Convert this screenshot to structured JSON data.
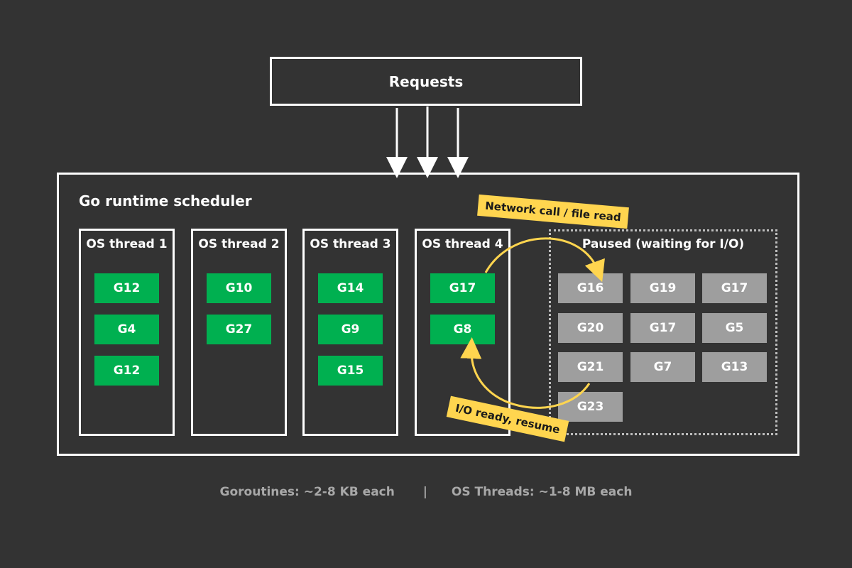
{
  "requests": {
    "label": "Requests"
  },
  "scheduler": {
    "title": "Go runtime scheduler"
  },
  "threads": [
    {
      "label": "OS thread 1",
      "goroutines": [
        "G12",
        "G4",
        "G12"
      ]
    },
    {
      "label": "OS thread 2",
      "goroutines": [
        "G10",
        "G27"
      ]
    },
    {
      "label": "OS thread 3",
      "goroutines": [
        "G14",
        "G9",
        "G15"
      ]
    },
    {
      "label": "OS thread 4",
      "goroutines": [
        "G17",
        "G8"
      ]
    }
  ],
  "paused": {
    "label": "Paused (waiting for I/O)",
    "goroutines": [
      "G16",
      "G19",
      "G17",
      "G20",
      "G17",
      "G5",
      "G21",
      "G7",
      "G13",
      "G23"
    ]
  },
  "annotations": {
    "network": "Network call / file read",
    "resume": "I/O ready, resume"
  },
  "footer": {
    "goroutines": "Goroutines: ~2-8 KB each",
    "separator": "|",
    "threads": "OS Threads: ~1-8 MB each"
  },
  "colors": {
    "background": "#333333",
    "active": "#00b050",
    "paused": "#9e9e9e",
    "annotation": "#ffd54f",
    "line": "#ffffff"
  }
}
